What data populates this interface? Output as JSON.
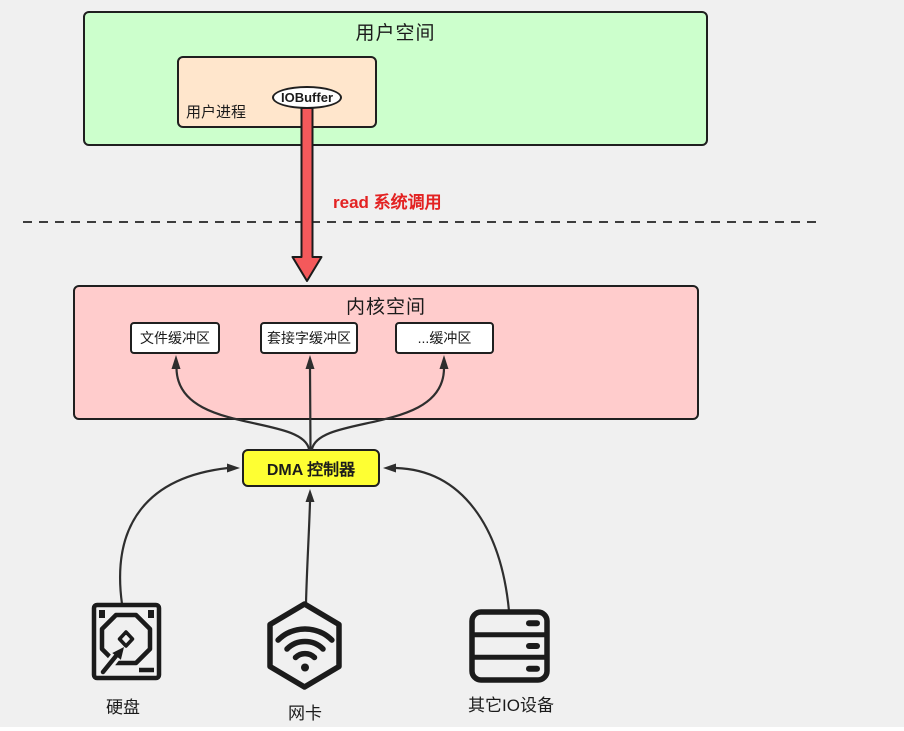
{
  "canvas": {
    "background": "#f0f0f0"
  },
  "user_space": {
    "title": "用户空间",
    "fill": "#ccffcc"
  },
  "user_process": {
    "label": "用户进程",
    "fill": "#ffe6cc"
  },
  "io_buffer": {
    "label": "IOBuffer"
  },
  "syscall_arrow": {
    "label": "read 系统调用",
    "text_color": "#e32222",
    "arrow_fill": "#f4595b"
  },
  "kernel_space": {
    "title": "内核空间",
    "fill": "#ffcccc"
  },
  "buffers": [
    {
      "label": "文件缓冲区"
    },
    {
      "label": "套接字缓冲区"
    },
    {
      "label": "...缓冲区"
    }
  ],
  "dma_controller": {
    "label": "DMA 控制器",
    "fill": "#feff33"
  },
  "devices": [
    {
      "label": "硬盘",
      "icon": "hard-disk-icon"
    },
    {
      "label": "网卡",
      "icon": "network-card-icon"
    },
    {
      "label": "其它IO设备",
      "icon": "server-rack-icon"
    }
  ]
}
